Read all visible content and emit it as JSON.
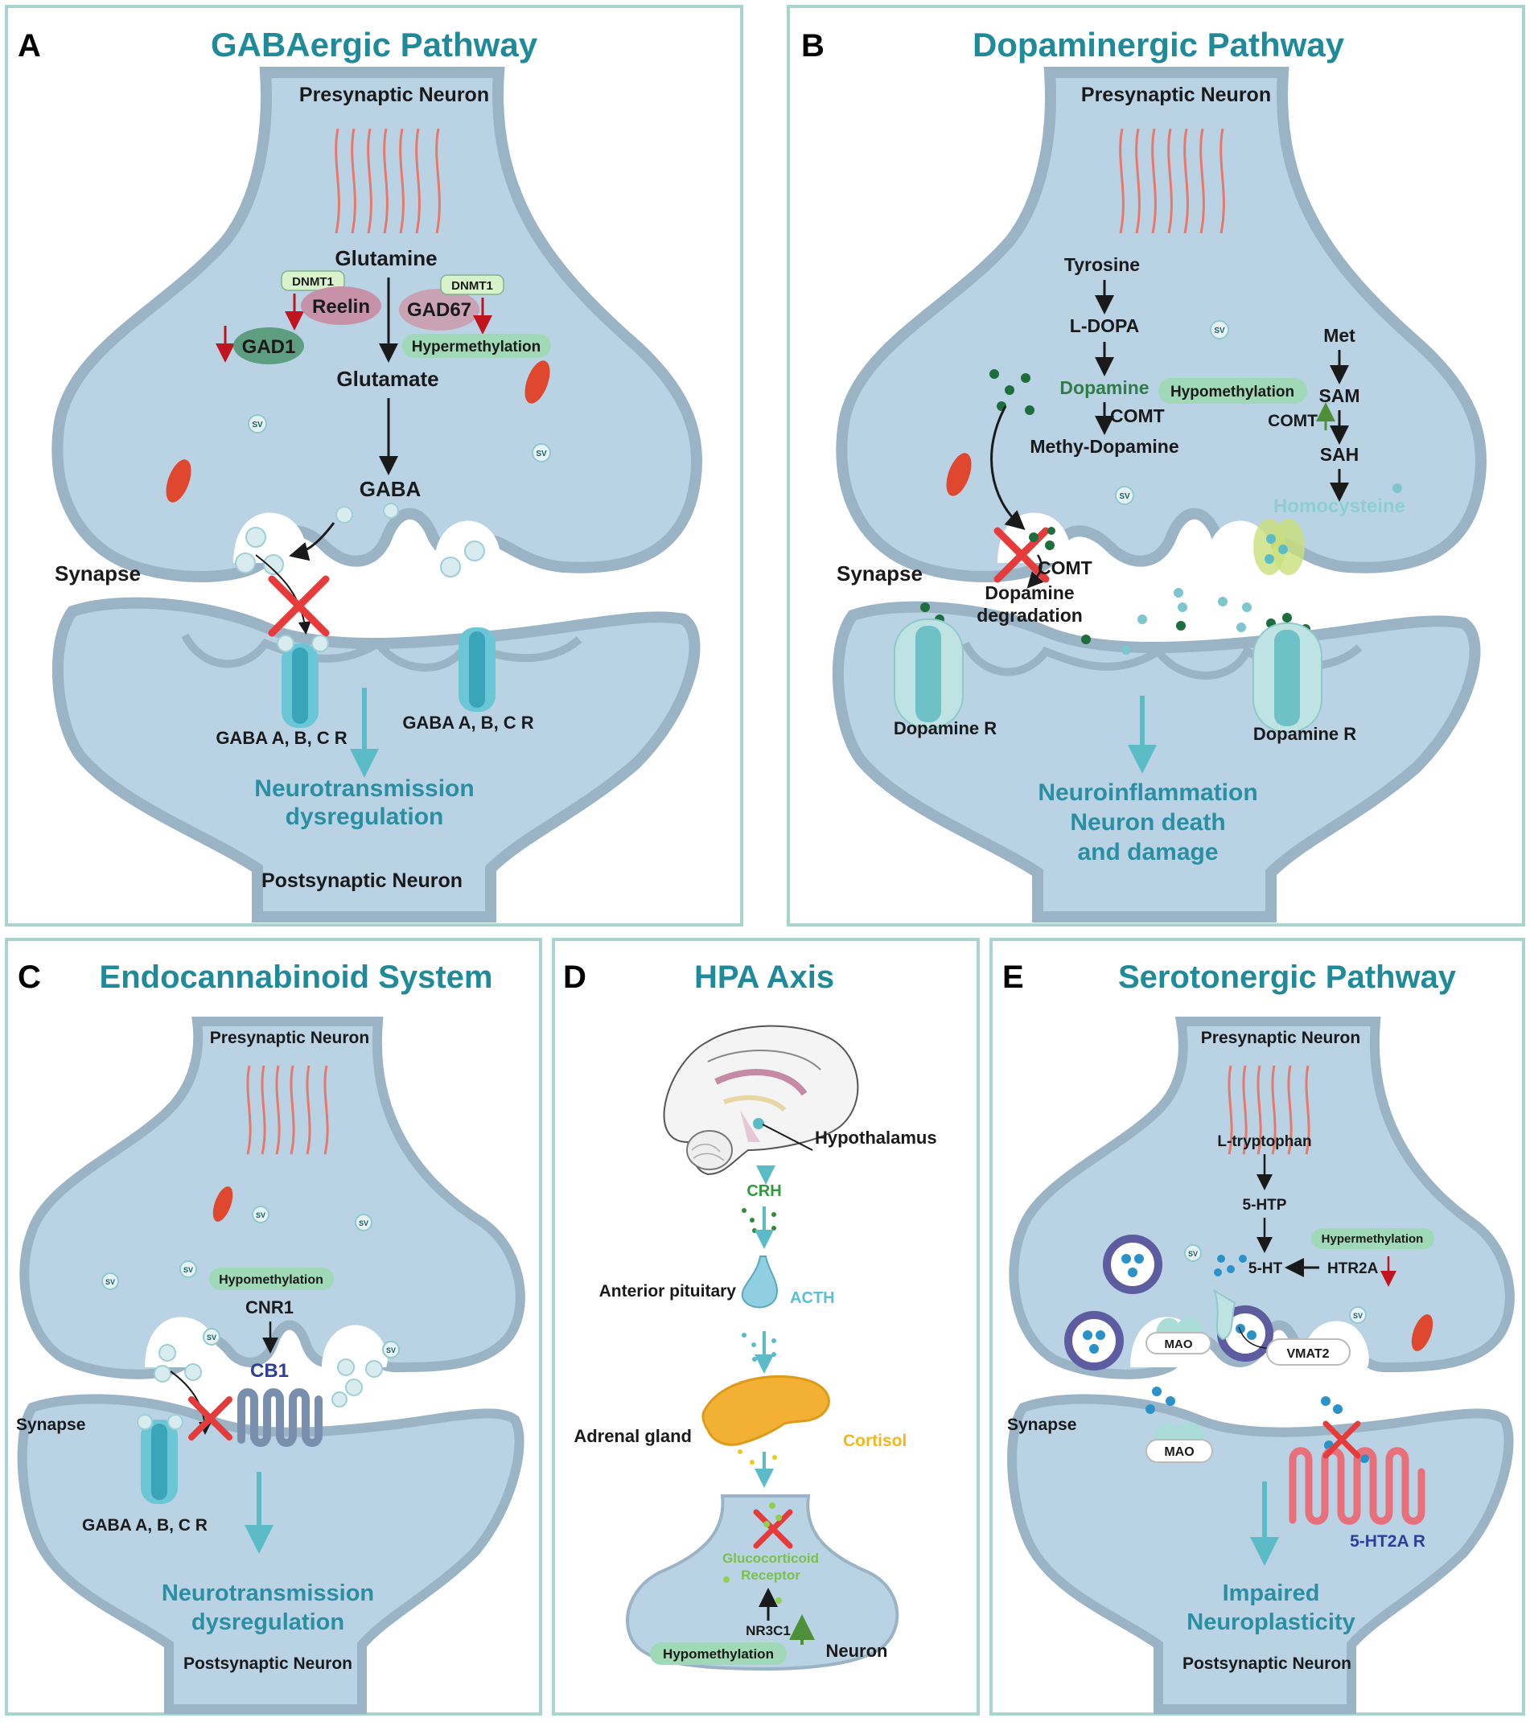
{
  "panels": {
    "A": {
      "letter": "A",
      "title": "GABAergic Pathway",
      "presynaptic": "Presynaptic Neuron",
      "postsynaptic": "Postsynaptic Neuron",
      "synapse": "Synapse",
      "glutamine": "Glutamine",
      "glutamate": "Glutamate",
      "gaba": "GABA",
      "dnmt1_left": "DNMT1",
      "dnmt1_right": "DNMT1",
      "reelin": "Reelin",
      "gad67": "GAD67",
      "gad1": "GAD1",
      "hypermethylation": "Hypermethylation",
      "receptor_left": "GABA A, B, C R",
      "receptor_right": "GABA A, B, C R",
      "outcome_line1": "Neurotransmission",
      "outcome_line2": "dysregulation",
      "sv": "SV"
    },
    "B": {
      "letter": "B",
      "title": "Dopaminergic Pathway",
      "presynaptic": "Presynaptic Neuron",
      "synapse": "Synapse",
      "tyrosine": "Tyrosine",
      "ldopa": "L-DOPA",
      "dopamine": "Dopamine",
      "comt1": "COMT",
      "methy_dopamine": "Methy-Dopamine",
      "hypomethylation": "Hypomethylation",
      "met": "Met",
      "sam": "SAM",
      "comt2": "COMT",
      "sah": "SAH",
      "homocysteine": "Homocysteine",
      "comt3": "COMT",
      "degradation_line1": "Dopamine",
      "degradation_line2": "degradation",
      "receptor_left": "Dopamine R",
      "receptor_right": "Dopamine R",
      "outcome_line1": "Neuroinflammation",
      "outcome_line2": "Neuron death",
      "outcome_line3": "and damage",
      "sv": "SV"
    },
    "C": {
      "letter": "C",
      "title": "Endocannabinoid System",
      "presynaptic": "Presynaptic Neuron",
      "postsynaptic": "Postsynaptic Neuron",
      "synapse": "Synapse",
      "hypomethylation": "Hypomethylation",
      "cnr1": "CNR1",
      "cb1": "CB1",
      "receptor": "GABA A, B, C R",
      "outcome_line1": "Neurotransmission",
      "outcome_line2": "dysregulation",
      "sv": "SV"
    },
    "D": {
      "letter": "D",
      "title": "HPA Axis",
      "hypothalamus": "Hypothalamus",
      "crh": "CRH",
      "anterior_pituitary": "Anterior pituitary",
      "acth": "ACTH",
      "adrenal_gland": "Adrenal gland",
      "cortisol": "Cortisol",
      "gr_line1": "Glucocorticoid",
      "gr_line2": "Receptor",
      "nr3c1": "NR3C1",
      "hypomethylation": "Hypomethylation",
      "neuron": "Neuron"
    },
    "E": {
      "letter": "E",
      "title": "Serotonergic Pathway",
      "presynaptic": "Presynaptic Neuron",
      "postsynaptic": "Postsynaptic Neuron",
      "synapse": "Synapse",
      "ltryptophan": "L-tryptophan",
      "htp": "5-HTP",
      "ht": "5-HT",
      "hypermethylation": "Hypermethylation",
      "htr2a": "HTR2A",
      "mao1": "MAO",
      "mao2": "MAO",
      "vmat2": "VMAT2",
      "receptor": "5-HT2A R",
      "outcome_line1": "Impaired",
      "outcome_line2": "Neuroplasticity",
      "sv": "SV"
    }
  },
  "colors": {
    "border": "#a9d3cf",
    "neuron_fill": "#b9d3e5",
    "neuron_stroke": "#9ab4c6",
    "title": "#1f8a9a",
    "teal_text": "#2a8fa3",
    "green_text": "#2f7d47",
    "methyl_box": "#9fd9b8",
    "dnmt_box": "#d8f2cc",
    "reelin": "#c792a8",
    "gad1": "#5e9e80",
    "mitochondria": "#e0472f",
    "arrow_red": "#c0141e",
    "arrow_green": "#4f8f3a",
    "cross_red": "#e63b3b",
    "dopamine_dot": "#1e6d3c",
    "serotonin_dot": "#2b92c7",
    "vesicle_ring": "#5d5ca0",
    "htr2a_receptor": "#e7707a",
    "cb1_receptor": "#7a8fae",
    "cortisol_text": "#f2b81a"
  }
}
